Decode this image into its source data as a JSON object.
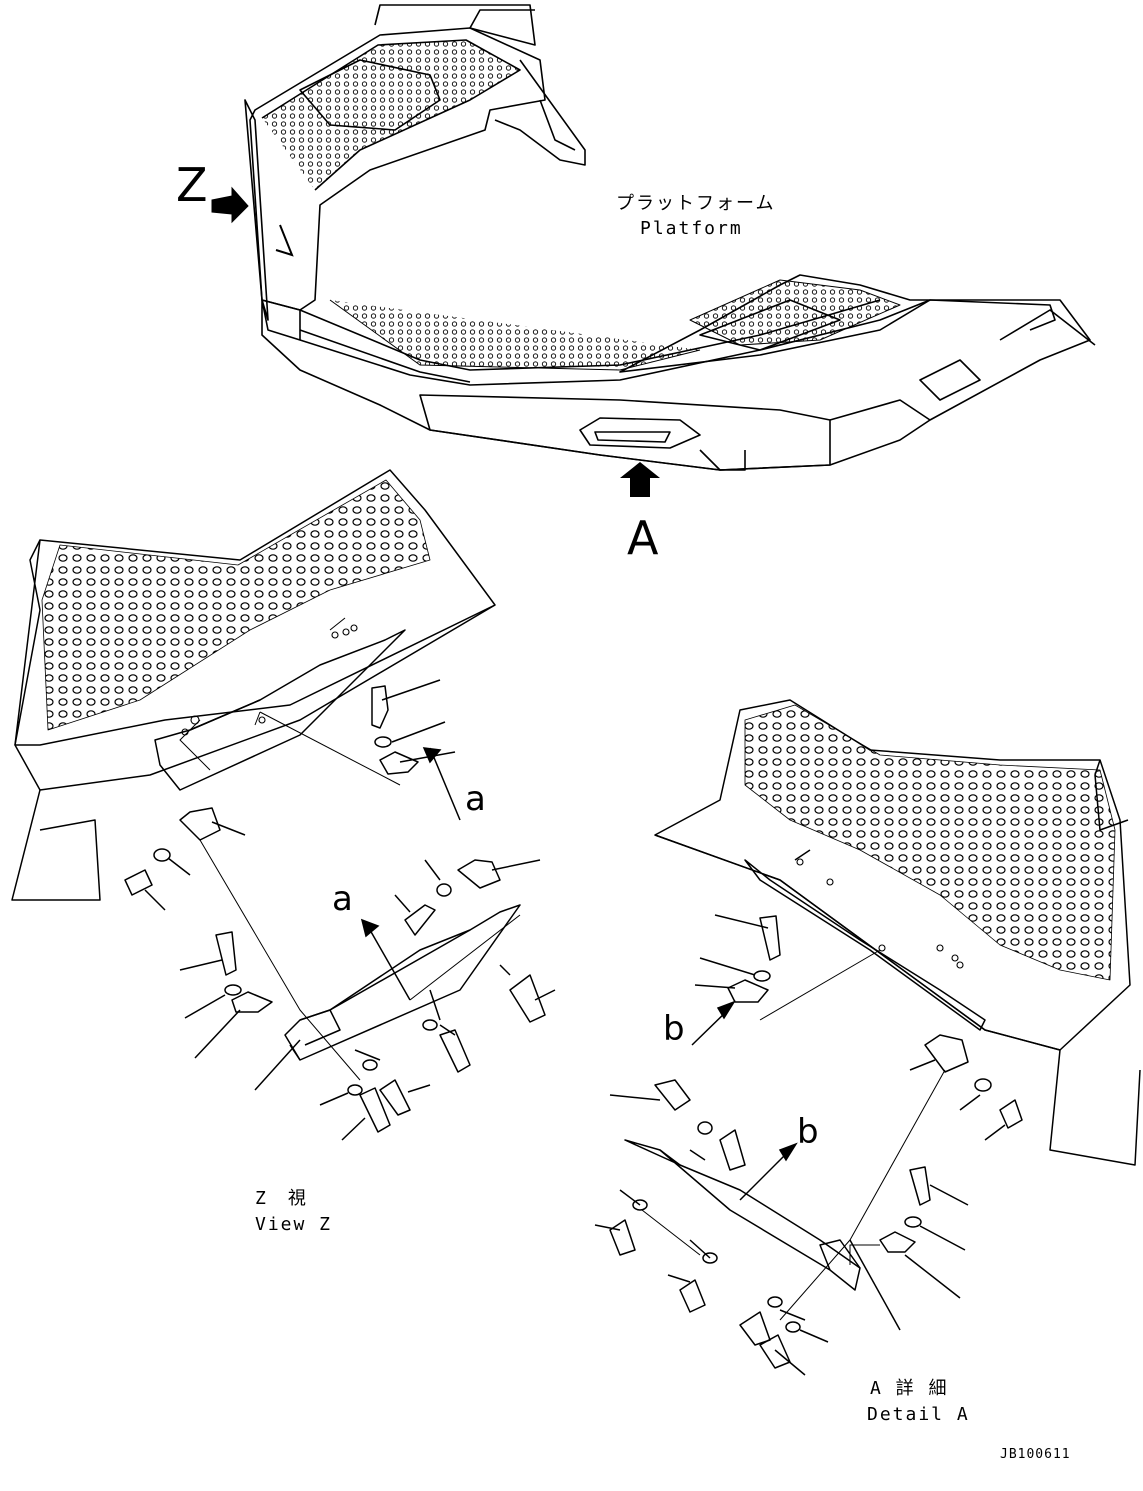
{
  "labels": {
    "view_z_letter": "Z",
    "detail_a_letter": "A",
    "ref_a_upper": "a",
    "ref_a_lower": "a",
    "ref_b_upper": "b",
    "ref_b_lower": "b",
    "platform_jp": "プラットフォーム",
    "platform_en": "Platform",
    "view_z_jp": "Z　視",
    "view_z_en": "View Z",
    "detail_a_jp": "A 詳 細",
    "detail_a_en": "Detail A",
    "drawing_code": "JB100611"
  },
  "colors": {
    "line": "#000000",
    "background": "#ffffff"
  }
}
